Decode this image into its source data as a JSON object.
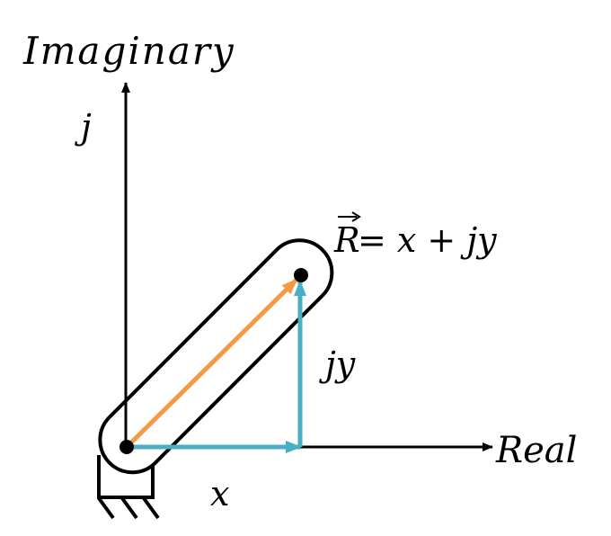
{
  "labels": {
    "imaginary_axis": "Imaginary",
    "imaginary_unit": "j",
    "real_axis": "Real",
    "vector_equation": "R⃗ = x + jy",
    "vector_symbol": "R",
    "equation_rest": " = x + jy",
    "vertical_component": "jy",
    "horizontal_component": "x"
  },
  "colors": {
    "resultant_vector": "#f39a43",
    "component_vectors": "#4aaec6",
    "axes": "#000000",
    "link_outline": "#000000"
  },
  "icons": {
    "vector_arrow": "right-arrow-overbar",
    "ground_support": "hatched-ground-support"
  }
}
